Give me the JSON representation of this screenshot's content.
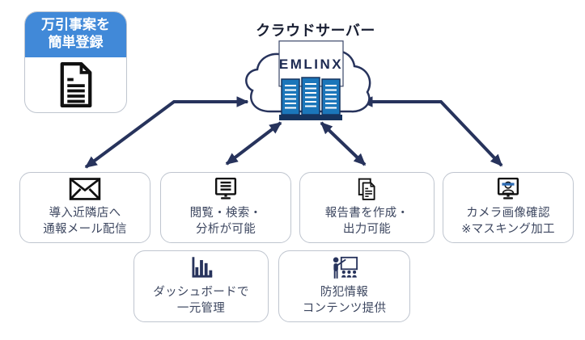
{
  "app_icon": {
    "label_line1": "万引事案を",
    "label_line2": "簡単登録",
    "icon": "document-icon"
  },
  "cloud": {
    "title": "クラウドサーバー",
    "server_name": "EMLINX",
    "icon": "cloud-server-icon"
  },
  "feature_boxes": [
    {
      "id": "mail-delivery",
      "icon": "envelope-icon",
      "lines": [
        "導入近隣店へ",
        "通報メール配信"
      ]
    },
    {
      "id": "view-search",
      "icon": "monitor-list-icon",
      "lines": [
        "閲覧・検索・",
        "分析が可能"
      ]
    },
    {
      "id": "report-output",
      "icon": "documents-icon",
      "lines": [
        "報告書を作成・",
        "出力可能"
      ]
    },
    {
      "id": "camera-check",
      "icon": "camera-monitor-icon",
      "lines": [
        "カメラ画像確認",
        "※マスキング加工"
      ]
    },
    {
      "id": "dashboard",
      "icon": "bar-chart-icon",
      "lines": [
        "ダッシュボードで",
        "一元管理"
      ]
    },
    {
      "id": "crime-content",
      "icon": "presenter-icon",
      "lines": [
        "防犯情報",
        "コンテンツ提供"
      ]
    }
  ],
  "colors": {
    "header_blue": "#4189d8",
    "navy": "#27335c",
    "server_blue": "#1b76ba",
    "mask_blue": "#2d6cb5",
    "box_border": "#bfc5cf",
    "title_text": "#191f33",
    "box_text": "#3d4760"
  }
}
